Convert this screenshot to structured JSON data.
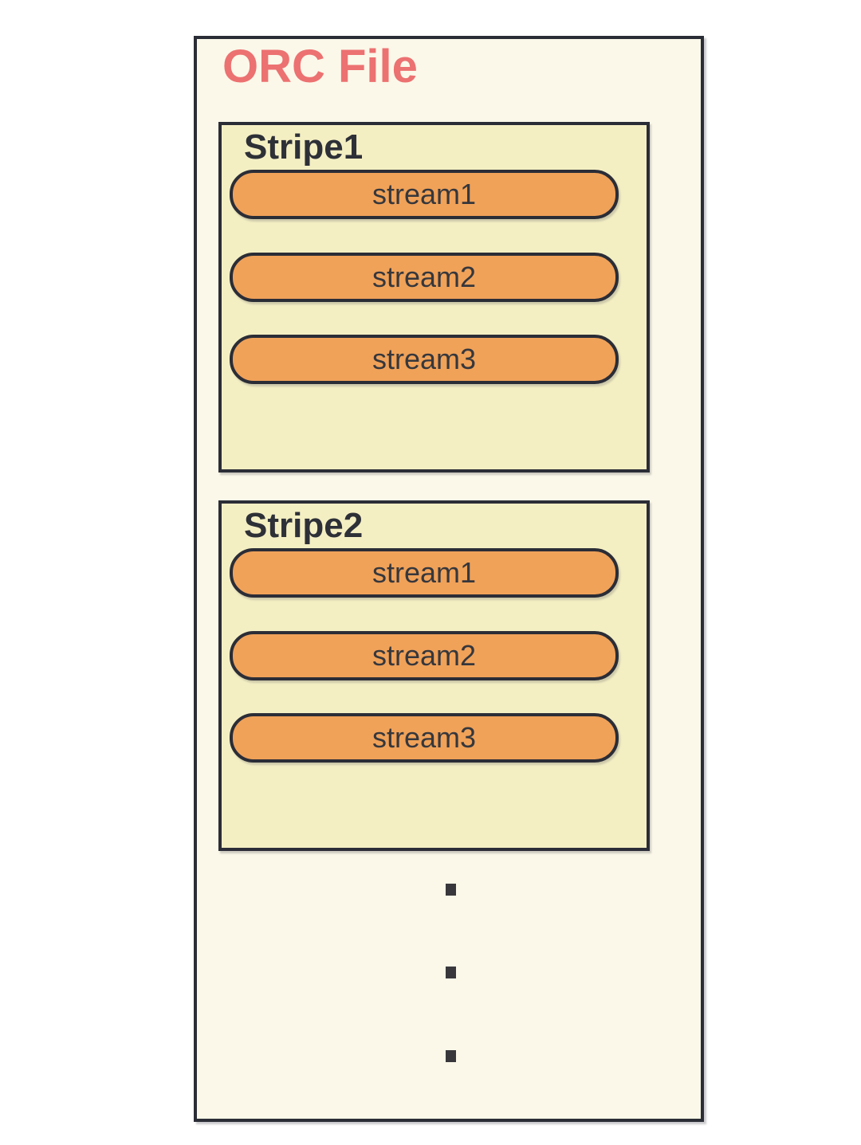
{
  "title": "ORC File",
  "stripes": [
    {
      "label": "Stripe1",
      "streams": [
        "stream1",
        "stream2",
        "stream3"
      ]
    },
    {
      "label": "Stripe2",
      "streams": [
        "stream1",
        "stream2",
        "stream3"
      ]
    }
  ],
  "ellipsis": {
    "dot_count": 3,
    "style": "small-square-dots-vertical"
  },
  "colors": {
    "page_background": "#FFFFFF",
    "orc_file_fill": "#FBF8E9",
    "stripe_fill": "#F4EFC3",
    "stream_fill": "#F0A259",
    "border": "#2B2D36",
    "title_text": "#EC7171",
    "stripe_label_text": "#2E3037",
    "stream_text": "#36373C",
    "dot": "#38383C"
  }
}
